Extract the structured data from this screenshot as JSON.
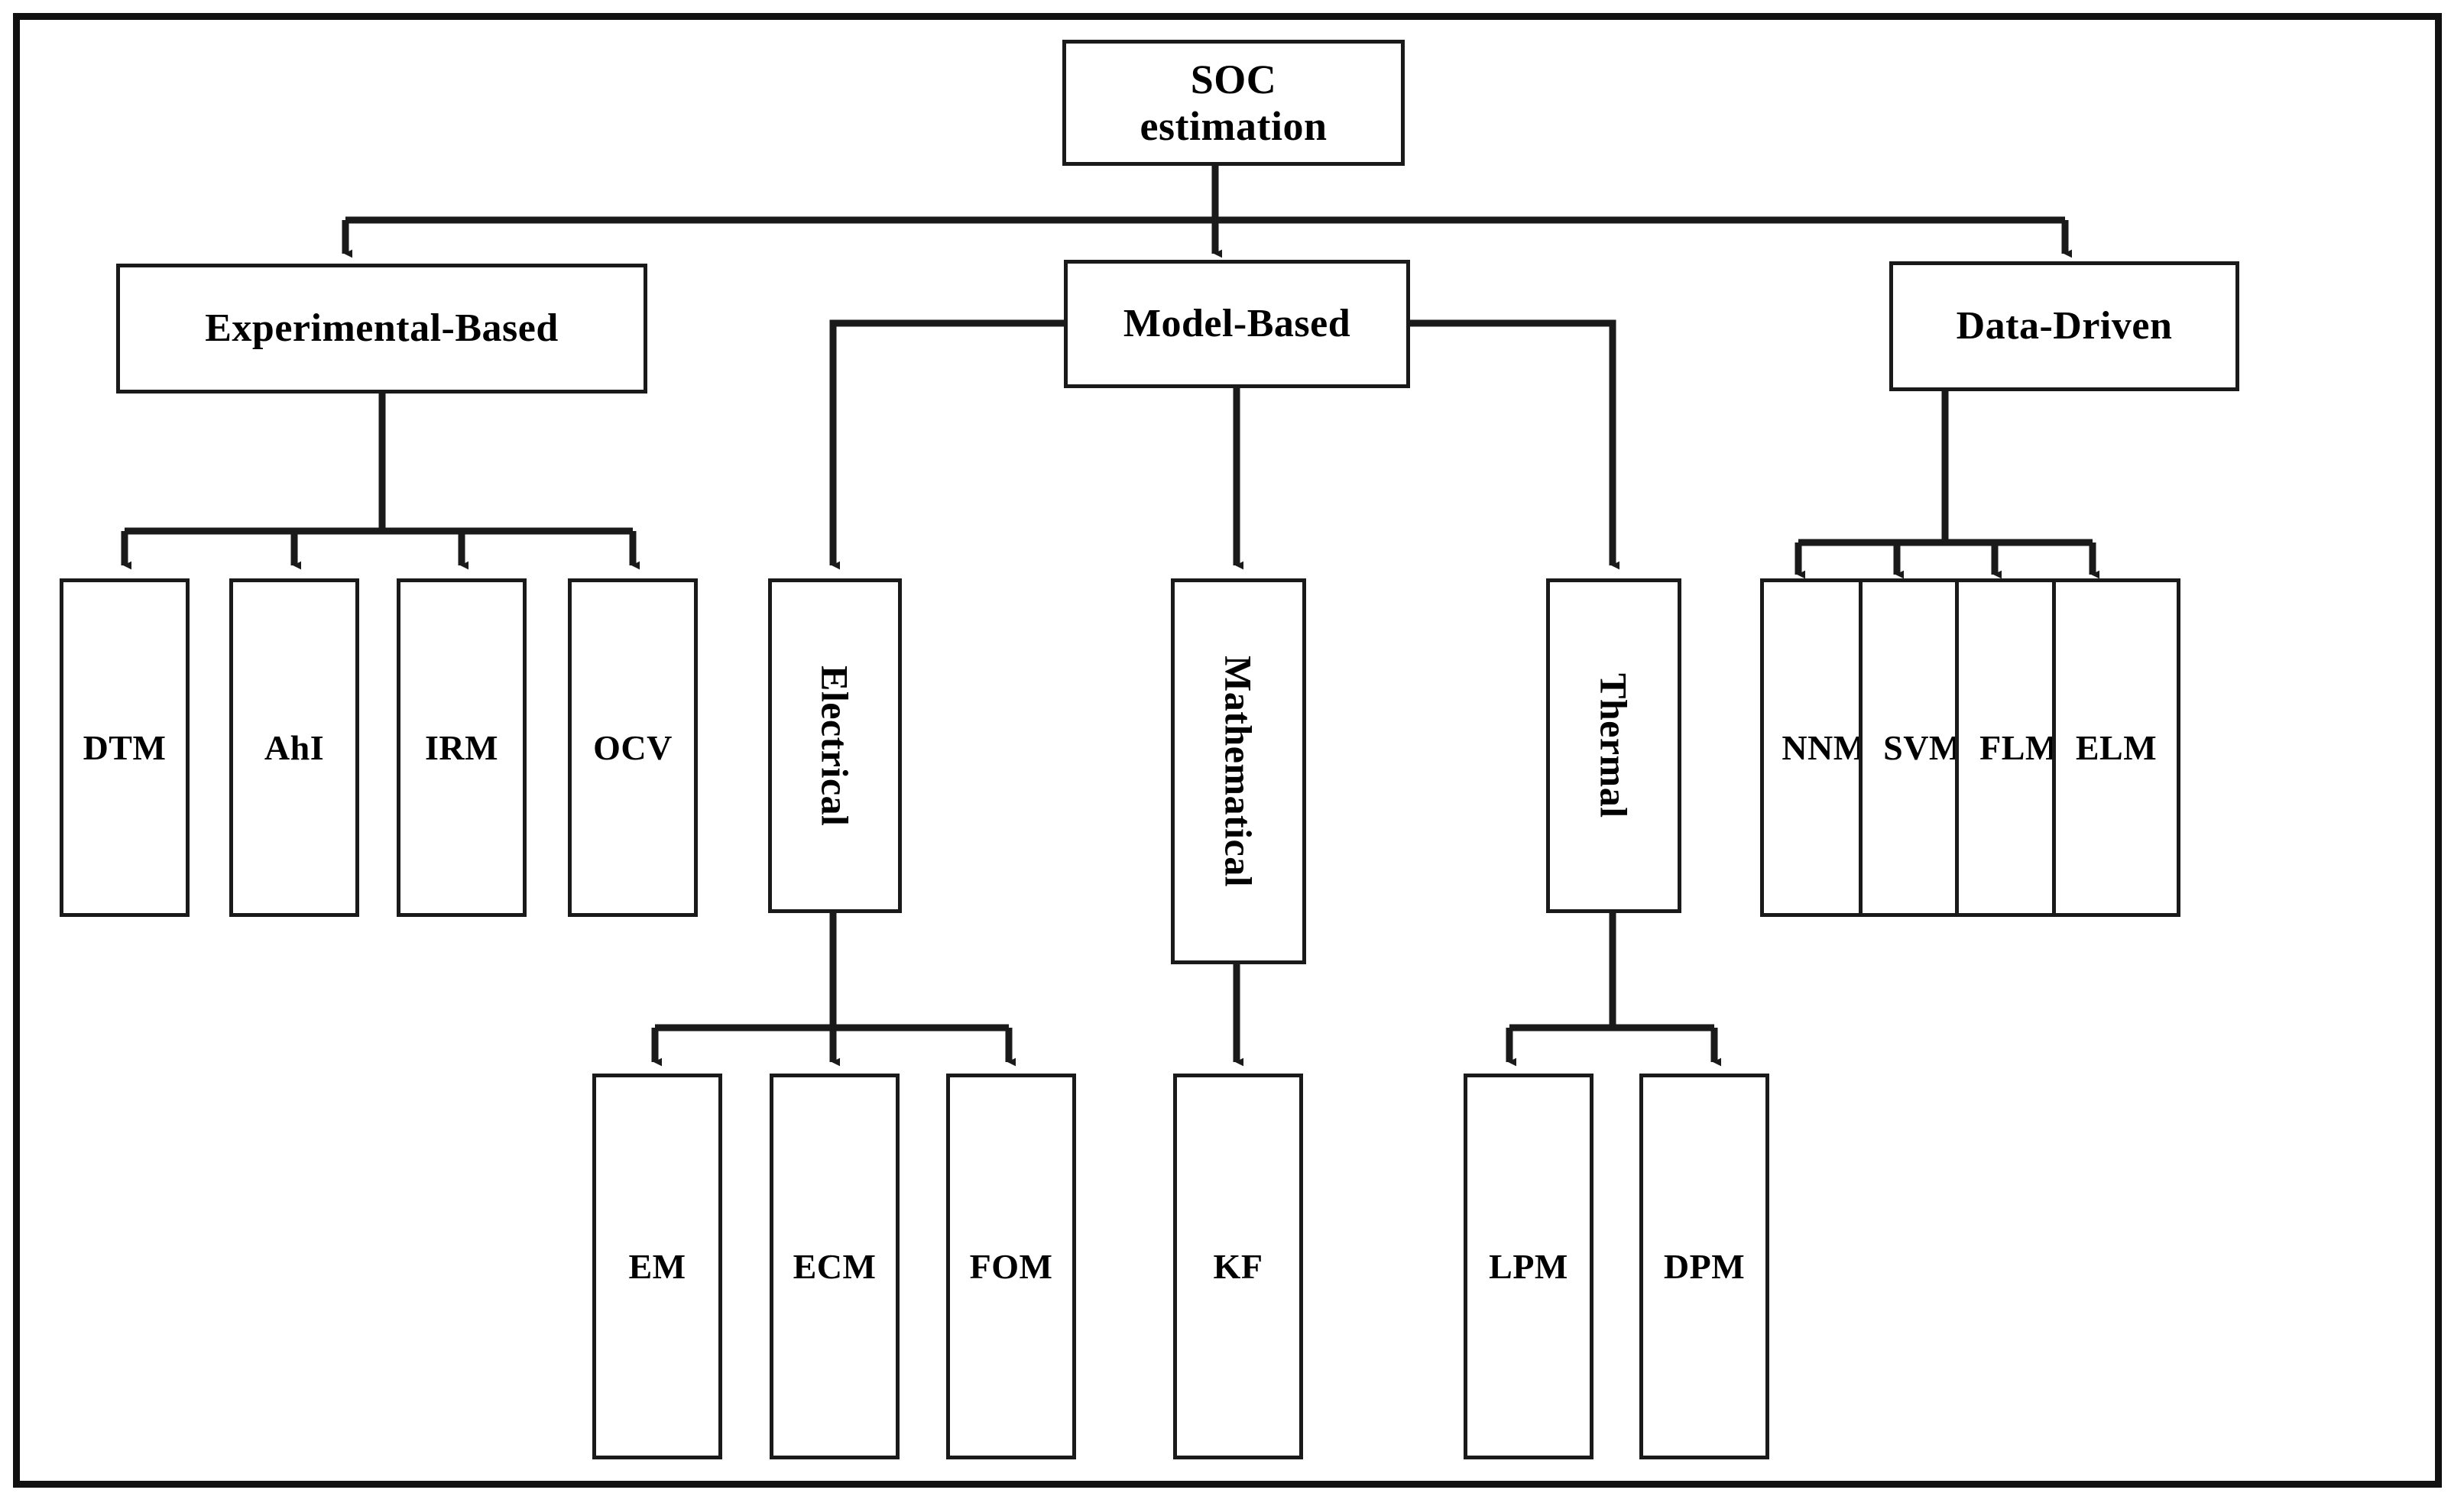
{
  "diagram": {
    "type": "tree",
    "title": "SOC estimation methods taxonomy",
    "style": {
      "line_color": "#1a1a1a",
      "box_fill": "#ffffff",
      "border_color": "#1a1a1a",
      "frame_color": "#111111"
    },
    "root": {
      "label": "SOC\nestimation",
      "line1": "SOC",
      "line2": "estimation"
    },
    "categories": [
      {
        "id": "experimental",
        "label": "Experimental-Based"
      },
      {
        "id": "model",
        "label": "Model-Based"
      },
      {
        "id": "data",
        "label": "Data-Driven"
      }
    ],
    "experimental_children": [
      {
        "label": "DTM"
      },
      {
        "label": "AhI"
      },
      {
        "label": "IRM"
      },
      {
        "label": "OCV"
      }
    ],
    "model_children": [
      {
        "label": "Electrical",
        "orientation": "vertical"
      },
      {
        "label": "Mathematical",
        "orientation": "vertical"
      },
      {
        "label": "Thermal",
        "orientation": "vertical"
      }
    ],
    "data_children": [
      {
        "label": "NNM"
      },
      {
        "label": "SVM"
      },
      {
        "label": "FLM"
      },
      {
        "label": "ELM"
      }
    ],
    "electrical_children": [
      {
        "label": "EM"
      },
      {
        "label": "ECM"
      },
      {
        "label": "FOM"
      }
    ],
    "mathematical_children": [
      {
        "label": "KF"
      }
    ],
    "thermal_children": [
      {
        "label": "LPM"
      },
      {
        "label": "DPM"
      }
    ]
  }
}
